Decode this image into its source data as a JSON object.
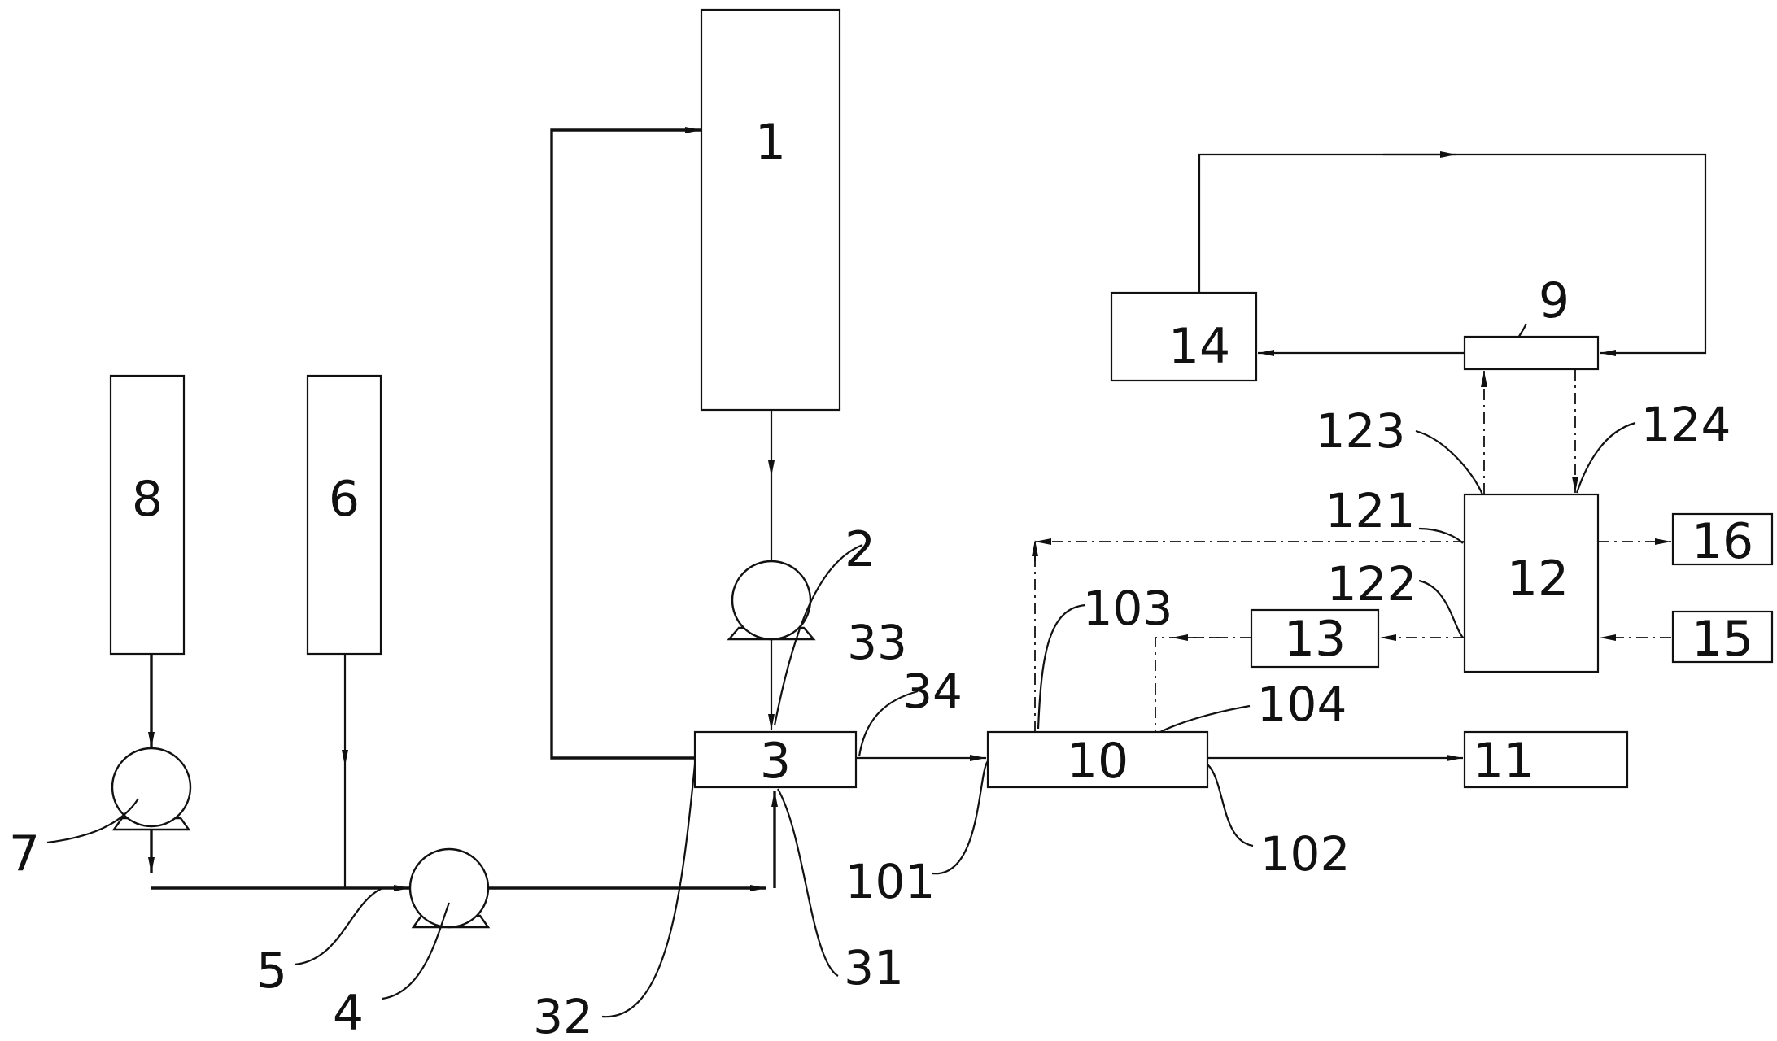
{
  "units": {
    "u1": "1",
    "u2": "2",
    "u3": "3",
    "u4": "4",
    "u5": "5",
    "u6": "6",
    "u7": "7",
    "u8": "8",
    "u9": "9",
    "u10": "10",
    "u11": "11",
    "u12": "12",
    "u13": "13",
    "u14": "14",
    "u15": "15",
    "u16": "16"
  },
  "ports": {
    "p31": "31",
    "p32": "32",
    "p33": "33",
    "p34": "34",
    "p101": "101",
    "p102": "102",
    "p103": "103",
    "p104": "104",
    "p121": "121",
    "p122": "122",
    "p123": "123",
    "p124": "124"
  }
}
